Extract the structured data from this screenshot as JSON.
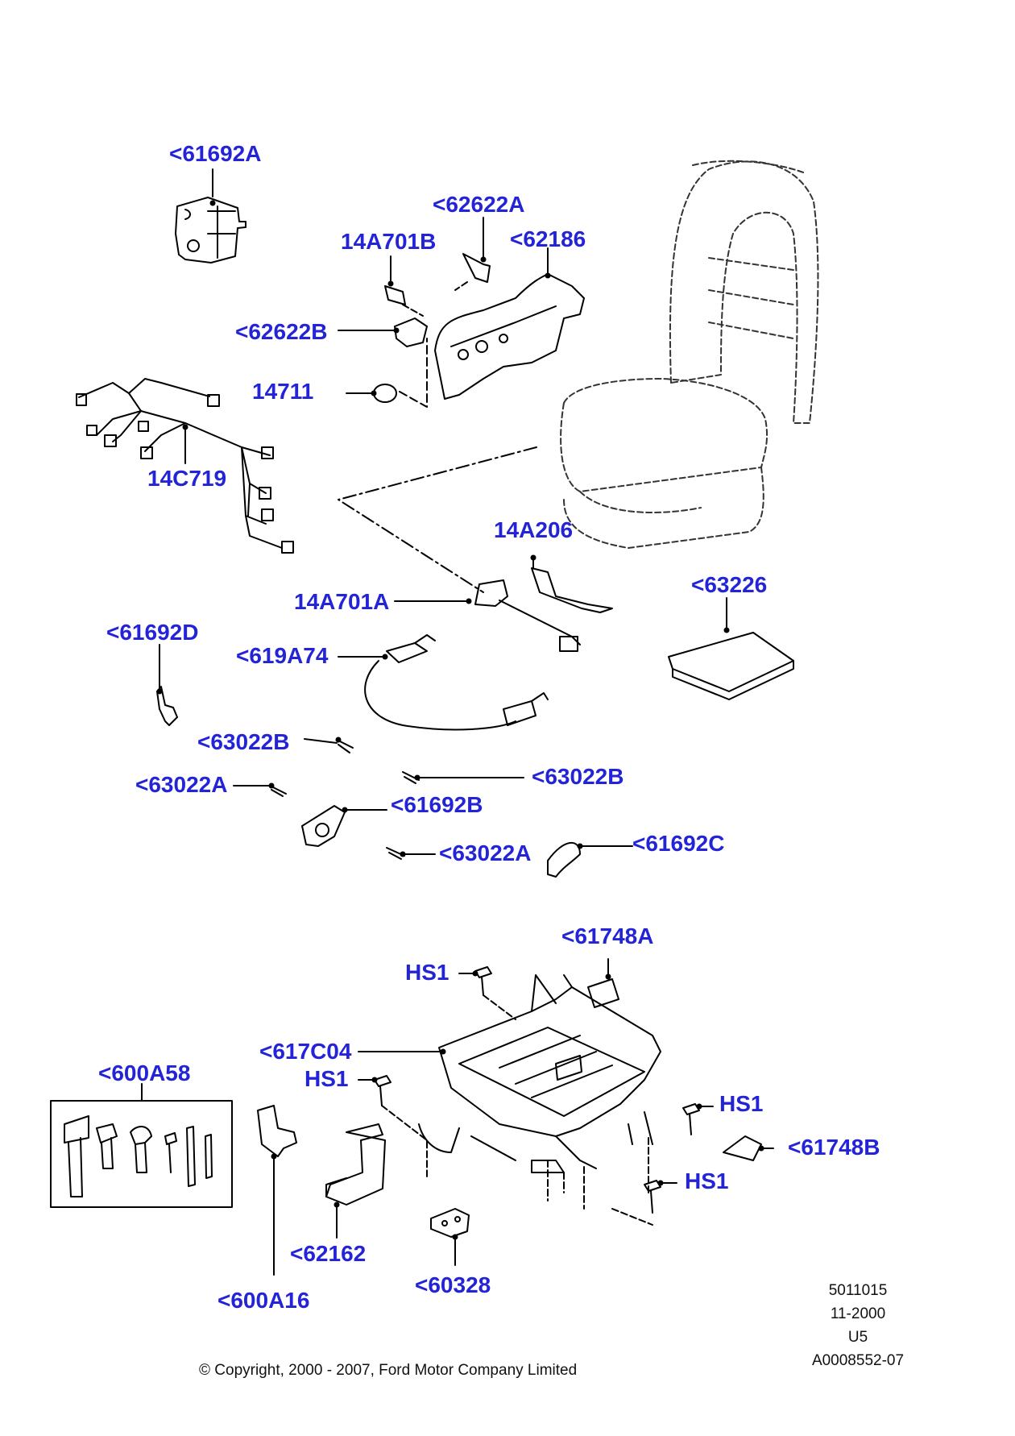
{
  "colors": {
    "callout": "#2323d8",
    "line": "#000000",
    "dashed_outline": "#333333"
  },
  "callouts": {
    "c61692A": "<61692A",
    "c62622A": "<62622A",
    "c14A701B": "14A701B",
    "c62186": "<62186",
    "c62622B": "<62622B",
    "c14711": "14711",
    "c14C719": "14C719",
    "c14A206": "14A206",
    "c14A701A": "14A701A",
    "c63226": "<63226",
    "c61692D": "<61692D",
    "c619A74": "<619A74",
    "c63022B_left": "<63022B",
    "c63022B_right": "<63022B",
    "c63022A_left": "<63022A",
    "c61692B": "<61692B",
    "c63022A_bottom": "<63022A",
    "c61692C": "<61692C",
    "c61748A": "<61748A",
    "hs1_top": "HS1",
    "c617C04": "<617C04",
    "hs1_left": "HS1",
    "c600A58": "<600A58",
    "hs1_right": "HS1",
    "c61748B": "<61748B",
    "hs1_bottom": "HS1",
    "c62162": "<62162",
    "c60328": "<60328",
    "c600A16": "<600A16"
  },
  "footer": {
    "diagram_number": "5011015",
    "date": "11-2000",
    "code": "U5",
    "reference": "A0008552-07",
    "copyright": "© Copyright, 2000 - 2007, Ford Motor Company Limited"
  }
}
